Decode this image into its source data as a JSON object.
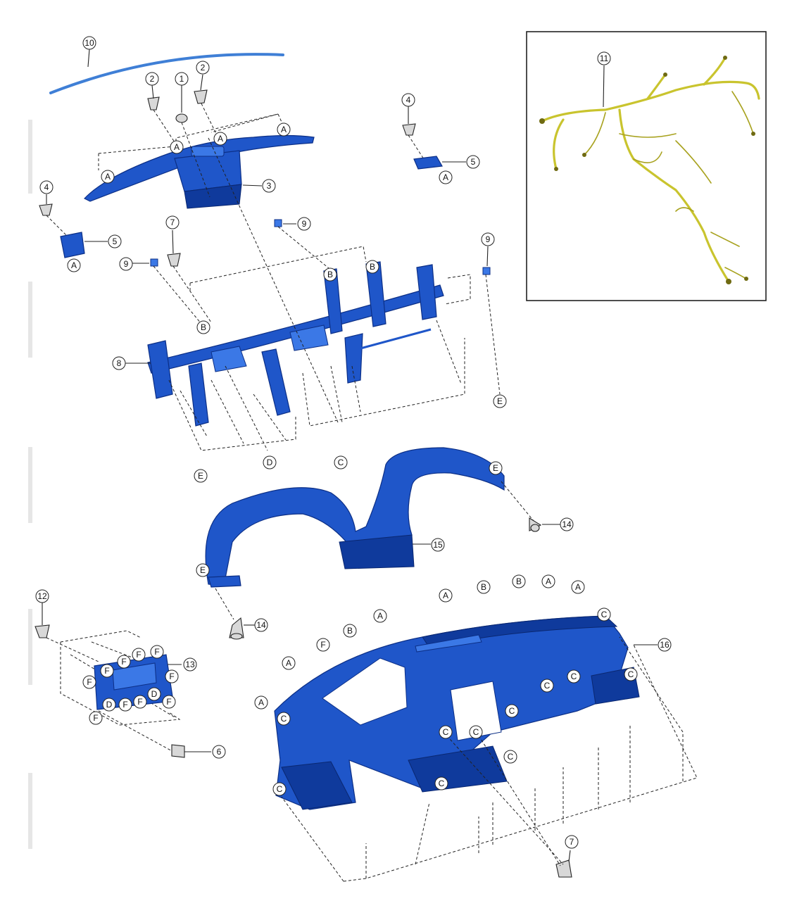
{
  "diagram": {
    "inset_box": {
      "harness_callout": "11"
    },
    "callouts": {
      "c1": "1",
      "c2a": "2",
      "c2b": "2",
      "c3": "3",
      "c4a": "4",
      "c4b": "4",
      "c5a": "5",
      "c5b": "5",
      "c6": "6",
      "c7a": "7",
      "c7b": "7",
      "c8": "8",
      "c9a": "9",
      "c9b": "9",
      "c9c": "9",
      "c10": "10",
      "c11": "11",
      "c12": "12",
      "c13": "13",
      "c14a": "14",
      "c14b": "14",
      "c15": "15",
      "c16": "16"
    },
    "letters": {
      "A": "A",
      "B": "B",
      "C": "C",
      "D": "D",
      "E": "E",
      "F": "F"
    }
  }
}
